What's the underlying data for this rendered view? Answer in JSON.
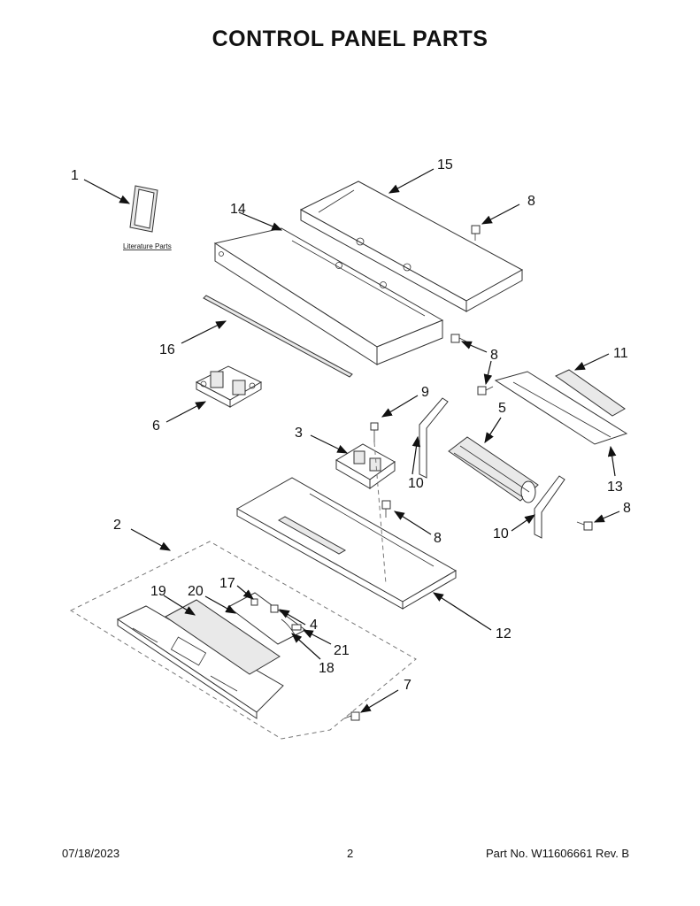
{
  "title": "CONTROL PANEL PARTS",
  "literature_label": "Literature Parts",
  "callouts": [
    "1",
    "2",
    "3",
    "4",
    "5",
    "6",
    "7",
    "8",
    "9",
    "10",
    "11",
    "12",
    "13",
    "14",
    "15",
    "16",
    "17",
    "18",
    "19",
    "20",
    "21"
  ],
  "footer": {
    "date": "07/18/2023",
    "page": "2",
    "part_no": "Part No.  W11606661  Rev.  B"
  }
}
